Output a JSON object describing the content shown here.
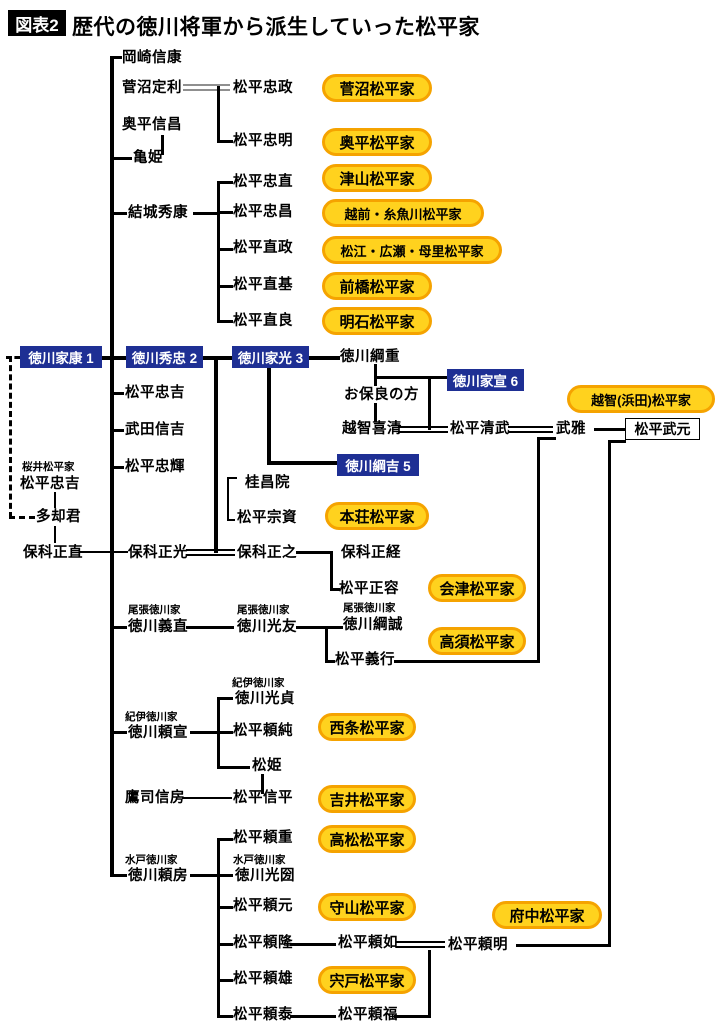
{
  "title": {
    "tag": "図表2",
    "text": "歴代の徳川将軍から派生していった松平家"
  },
  "colors": {
    "badge_fill": "#FFD21E",
    "badge_border": "#F5A300",
    "shogun_box": "#1E2F94",
    "text": "#000000"
  },
  "shoguns": {
    "ieyasu": "徳川家康 1",
    "hidetada": "徳川秀忠 2",
    "iemitsu": "徳川家光 3",
    "ienobu": "徳川家宣 6",
    "tsunayoshi": "徳川綱吉 5"
  },
  "people": {
    "okazaki": "岡崎信康",
    "sadatoshi": "菅沼定利",
    "tadamasa": "松平忠政",
    "nobumasa": "奥平信昌",
    "tadaaki": "松平忠明",
    "kamehime": "亀姫",
    "tadanao": "松平忠直",
    "hideyasu": "結城秀康",
    "tadamasa_e": "松平忠昌",
    "naomasa": "松平直政",
    "naomoto": "松平直基",
    "naoyoshi": "松平直良",
    "tsunashige": "徳川綱重",
    "ohora": "お保良の方",
    "yoshikiyo": "越智喜清",
    "kiyotake": "松平清武",
    "takemasa": "武雅",
    "takemoto": "松平武元",
    "tadayoshi": "松平忠吉",
    "nobuyoshi": "武田信吉",
    "tadateru": "松平忠輝",
    "sakurai_tadayoshi": "松平忠吉",
    "takohime": "多却君",
    "masanao": "保科正直",
    "masamitsu": "保科正光",
    "masayuki": "保科正之",
    "keishoin": "桂昌院",
    "muneske": "松平宗資",
    "masatsune": "保科正経",
    "masakata": "松平正容",
    "yoshinao": "徳川義直",
    "mitsutomo": "徳川光友",
    "tsunanari": "徳川綱誠",
    "yoshiyuki": "松平義行",
    "mitsusada": "徳川光貞",
    "yorinobu": "徳川頼宣",
    "yorizumi": "松平頼純",
    "matsuhime": "松姫",
    "nobufusa": "鷹司信房",
    "nobuhira": "松平信平",
    "yorishige": "松平頼重",
    "yorifusa": "徳川頼房",
    "mitsukuni": "徳川光圀",
    "yorimoto": "松平頼元",
    "yoritaka": "松平頼隆",
    "yoriyuki": "松平頼如",
    "yoriaki": "松平頼明",
    "yorikatsu": "松平頼雄",
    "yoriyasu": "松平頼泰",
    "yorifuku": "松平頼福"
  },
  "branch_labels": {
    "sakurai": "桜井松平家",
    "owari": "尾張徳川家",
    "kii": "紀伊徳川家",
    "mito": "水戸徳川家"
  },
  "badges": {
    "suganuma": "菅沼松平家",
    "okudaira": "奥平松平家",
    "tsuyama": "津山松平家",
    "echizen": "越前・糸魚川松平家",
    "matsue": "松江・広瀬・母里松平家",
    "maebashi": "前橋松平家",
    "akashi": "明石松平家",
    "ochi": "越智(浜田)松平家",
    "honjo": "本荘松平家",
    "aizu": "会津松平家",
    "takasu": "高須松平家",
    "saijo": "西条松平家",
    "yoshii": "吉井松平家",
    "takamatsu": "高松松平家",
    "moriyama": "守山松平家",
    "fuchu": "府中松平家",
    "shishido": "宍戸松平家"
  }
}
